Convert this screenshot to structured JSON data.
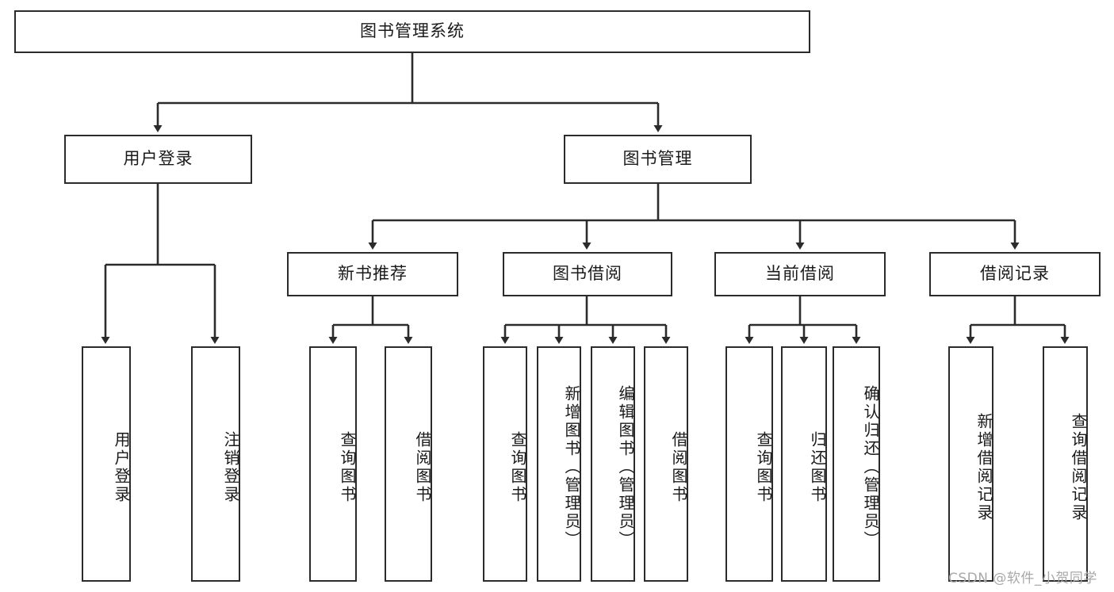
{
  "diagram": {
    "title": "图书管理系统",
    "type": "functional-structure-tree",
    "stroke_color": "#2b2b2b",
    "fill_color": "#ffffff",
    "text_color": "#1a1a1a"
  },
  "nodes": {
    "root": {
      "label": "图书管理系统"
    },
    "level2": [
      {
        "label": "用户登录"
      },
      {
        "label": "图书管理"
      }
    ],
    "level3": [
      {
        "label": "新书推荐"
      },
      {
        "label": "图书借阅"
      },
      {
        "label": "当前借阅"
      },
      {
        "label": "借阅记录"
      }
    ],
    "leaves_user_login": [
      {
        "label": "用户登录"
      },
      {
        "label": "注销登录"
      }
    ],
    "leaves_new_book": [
      {
        "label": "查询图书"
      },
      {
        "label": "借阅图书"
      }
    ],
    "leaves_borrow": [
      {
        "label": "查询图书"
      },
      {
        "label": "新增图书（管理员）"
      },
      {
        "label": "编辑图书（管理员）"
      },
      {
        "label": "借阅图书"
      }
    ],
    "leaves_current": [
      {
        "label": "查询图书"
      },
      {
        "label": "归还图书"
      },
      {
        "label": "确认归还（管理员）"
      }
    ],
    "leaves_records": [
      {
        "label": "新增借阅记录"
      },
      {
        "label": "查询借阅记录"
      }
    ]
  },
  "watermark": {
    "text": "CSDN @软件_小贺同学"
  }
}
